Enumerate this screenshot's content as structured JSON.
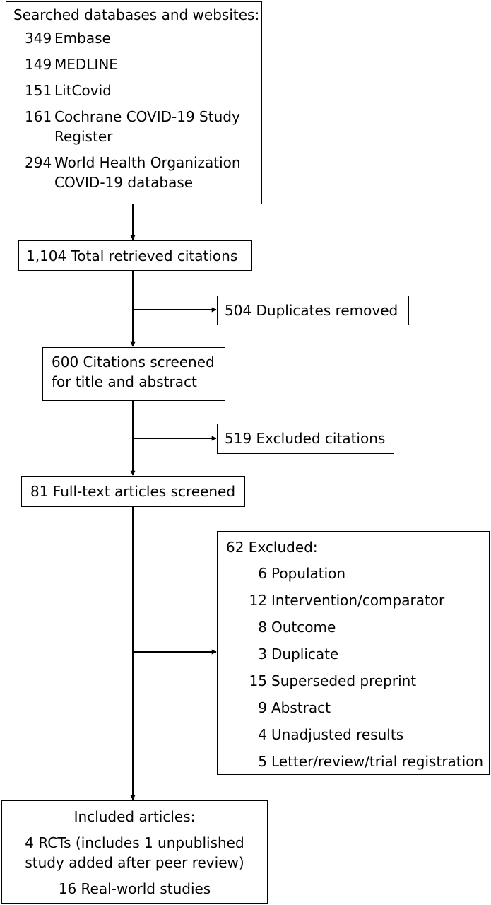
{
  "search": {
    "title": "Searched databases and websites:",
    "sources": [
      {
        "count": "349",
        "name_line1": "Embase",
        "name_line2": ""
      },
      {
        "count": "149",
        "name_line1": "MEDLINE",
        "name_line2": ""
      },
      {
        "count": "151",
        "name_line1": "LitCovid",
        "name_line2": ""
      },
      {
        "count": "161",
        "name_line1": "Cochrane COVID-19 Study",
        "name_line2": "Register"
      },
      {
        "count": "294",
        "name_line1": "World Health Organization",
        "name_line2": "COVID-19 database"
      }
    ]
  },
  "retrieved": "1,104 Total retrieved citations",
  "duplicates_removed": "504 Duplicates removed",
  "screened": {
    "line1": "600 Citations screened",
    "line2": "for title and abstract"
  },
  "excluded_citations": "519 Excluded citations",
  "fulltext": "81 Full-text articles screened",
  "fulltext_excluded": {
    "title": "62 Excluded:",
    "reasons": [
      {
        "count": "6",
        "reason": "Population"
      },
      {
        "count": "12",
        "reason": "Intervention/comparator"
      },
      {
        "count": "8",
        "reason": "Outcome"
      },
      {
        "count": "3",
        "reason": "Duplicate"
      },
      {
        "count": "15",
        "reason": "Superseded preprint"
      },
      {
        "count": "9",
        "reason": "Abstract"
      },
      {
        "count": "4",
        "reason": "Unadjusted results"
      },
      {
        "count": "5",
        "reason": "Letter/review/trial registration"
      }
    ]
  },
  "included": {
    "title": "Included articles:",
    "line1": "4 RCTs (includes 1 unpublished",
    "line2": "study added after peer review)",
    "line3": "16 Real-world studies"
  }
}
